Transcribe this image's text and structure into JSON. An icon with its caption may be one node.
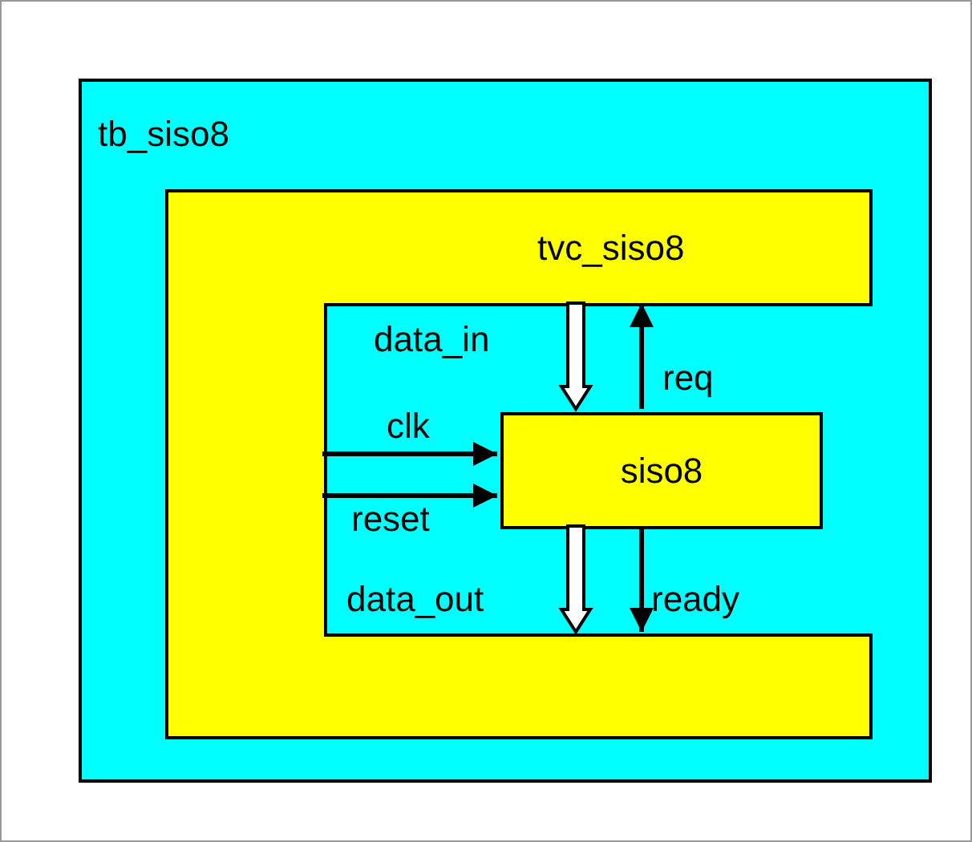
{
  "diagram": {
    "nodes": [
      {
        "text": [
          "tb_siso8"
        ]
      },
      {
        "text": [
          "tvc_siso8"
        ],
        "in": 0
      },
      {
        "text": [
          "siso8"
        ],
        "in": 0
      }
    ],
    "edges": [
      {
        "from": 1,
        "to": 2,
        "arrow": "to",
        "label": "data_in",
        "style": "thick"
      },
      {
        "from": 2,
        "to": 1,
        "arrow": "to",
        "label": "req"
      },
      {
        "from": 1,
        "to": 2,
        "arrow": "to",
        "label": "clk"
      },
      {
        "from": 1,
        "to": 2,
        "arrow": "to",
        "label": "reset"
      },
      {
        "from": 2,
        "to": 1,
        "arrow": "to",
        "label": "data_out",
        "style": "thick"
      },
      {
        "from": 2,
        "to": 1,
        "arrow": "to",
        "label": "ready"
      }
    ]
  }
}
